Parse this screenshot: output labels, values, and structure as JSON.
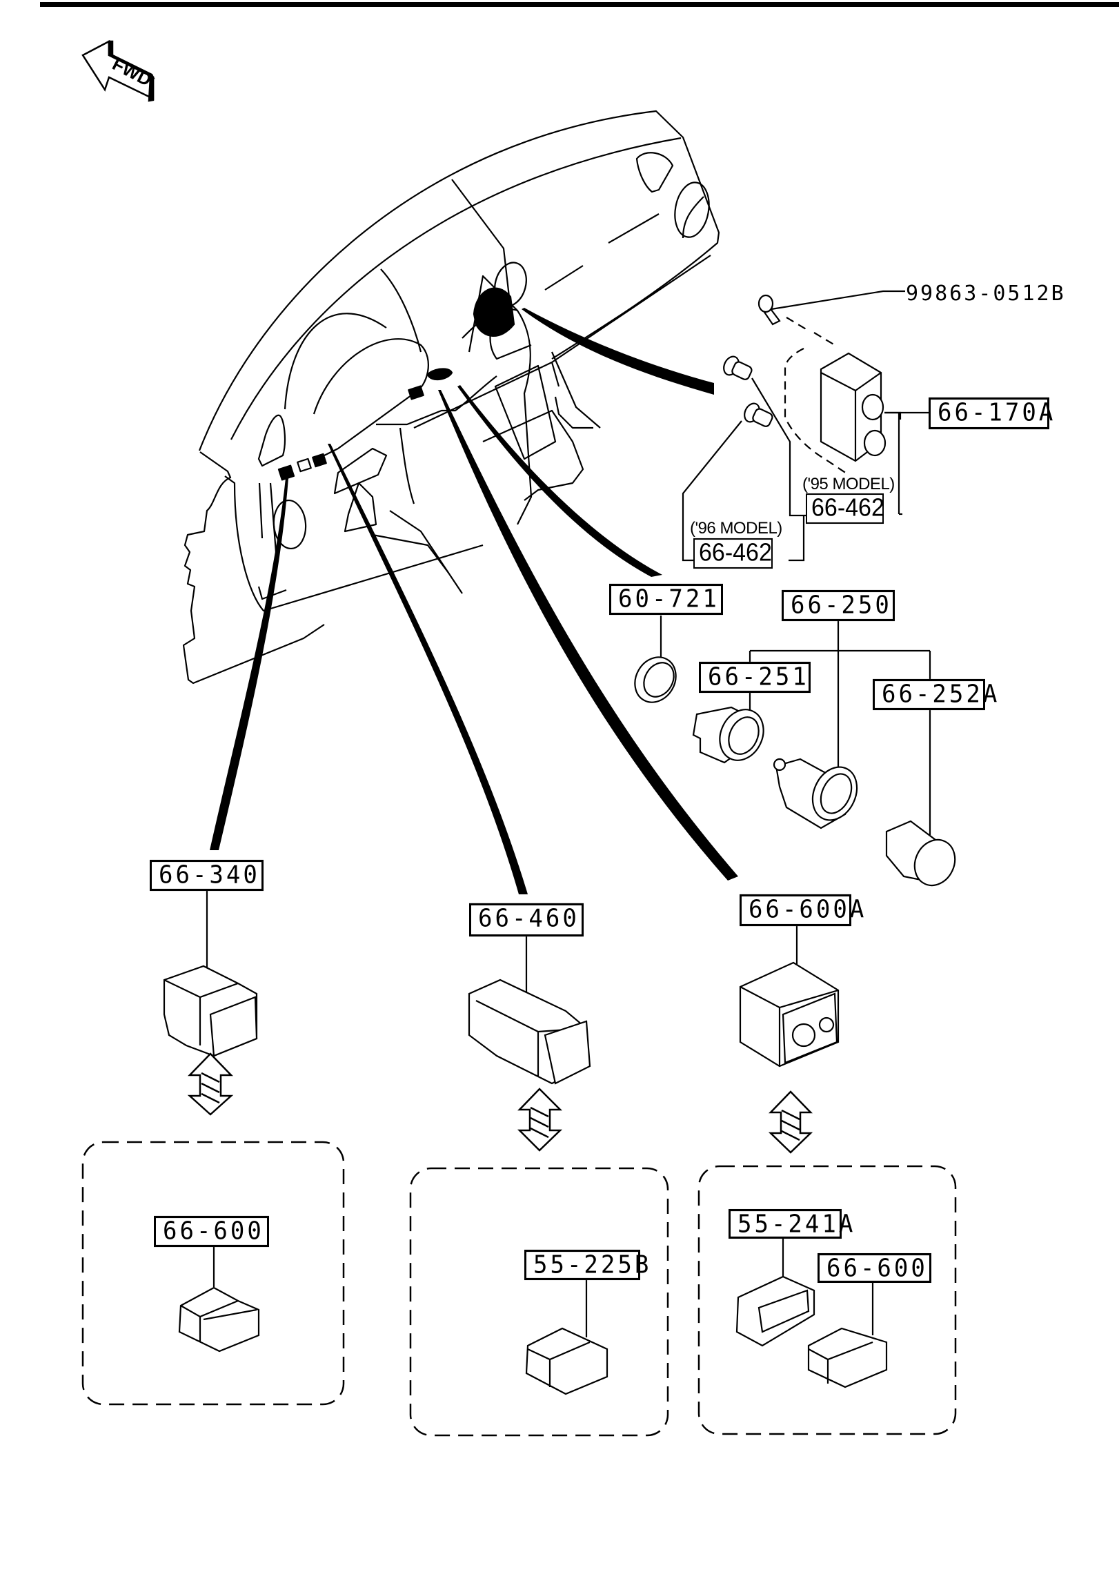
{
  "diagram": {
    "title": "Instrument panel switches, cigarette lighter and clock (exploded parts view)",
    "colors": {
      "line": "#000000",
      "background": "#ffffff"
    },
    "direction_indicator": {
      "icon": "fwd-arrow-icon",
      "label": "FWD"
    },
    "callouts": {
      "screw": "99863-0512B",
      "clock": "66-170A",
      "bulb_95": {
        "note": "('95 MODEL)",
        "part": "66-462"
      },
      "bulb_96": {
        "note": "('96 MODEL)",
        "part": "66-462"
      },
      "ring": "60-721",
      "lighter_assy": "66-250",
      "lighter_socket": "66-251",
      "lighter_plug": "66-252A",
      "switch_left": "66-340",
      "switch_middle": "66-460",
      "switch_right": "66-600A"
    },
    "alternatives": [
      {
        "parts": [
          "66-600"
        ]
      },
      {
        "parts": [
          "55-225B"
        ]
      },
      {
        "parts": [
          "55-241A",
          "66-600"
        ]
      }
    ],
    "interchange_icon": "double-arrow-icon"
  }
}
